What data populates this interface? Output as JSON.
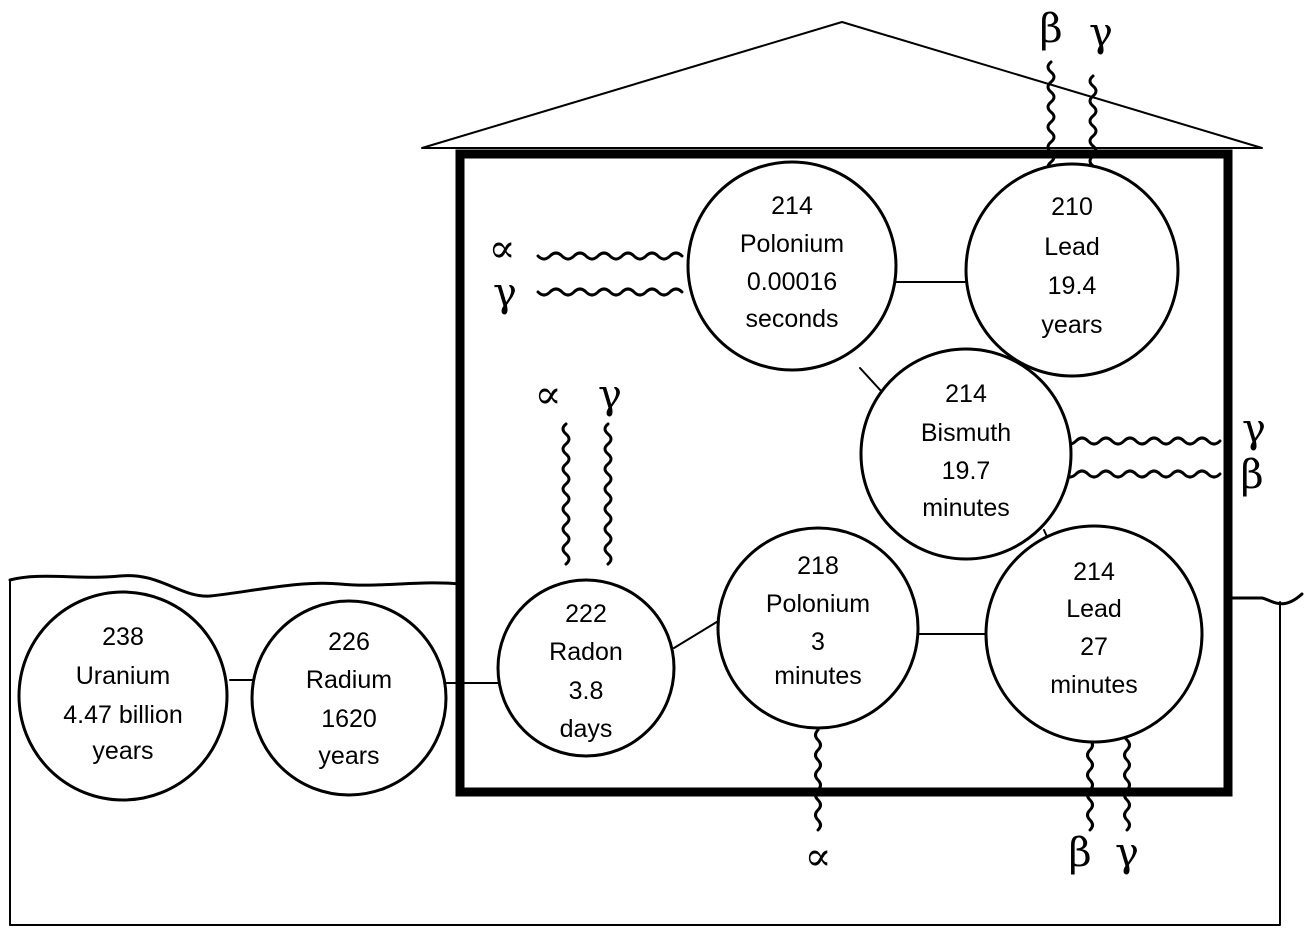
{
  "nodes": [
    {
      "id": "uranium-238",
      "number": "238",
      "element": "Uranium",
      "halflife_lines": [
        "4.47 billion",
        "years"
      ]
    },
    {
      "id": "radium-226",
      "number": "226",
      "element": "Radium",
      "halflife_lines": [
        "1620",
        "years"
      ]
    },
    {
      "id": "radon-222",
      "number": "222",
      "element": "Radon",
      "halflife_lines": [
        "3.8",
        "days"
      ]
    },
    {
      "id": "polonium-218",
      "number": "218",
      "element": "Polonium",
      "halflife_lines": [
        "3",
        "minutes"
      ]
    },
    {
      "id": "lead-214",
      "number": "214",
      "element": "Lead",
      "halflife_lines": [
        "27",
        "minutes"
      ]
    },
    {
      "id": "bismuth-214",
      "number": "214",
      "element": "Bismuth",
      "halflife_lines": [
        "19.7",
        "minutes"
      ]
    },
    {
      "id": "polonium-214",
      "number": "214",
      "element": "Polonium",
      "halflife_lines": [
        "0.00016",
        "seconds"
      ]
    },
    {
      "id": "lead-210",
      "number": "210",
      "element": "Lead",
      "halflife_lines": [
        "19.4",
        "years"
      ]
    }
  ],
  "emissions": {
    "polonium214_alpha": "∝",
    "polonium214_gamma": "γ",
    "lead210_beta": "β",
    "lead210_gamma": "γ",
    "radon_alpha": "∝",
    "radon_gamma": "γ",
    "bismuth_gamma": "γ",
    "bismuth_beta": "β",
    "polonium218_alpha": "∝",
    "lead214_beta": "β",
    "lead214_gamma": "γ"
  }
}
